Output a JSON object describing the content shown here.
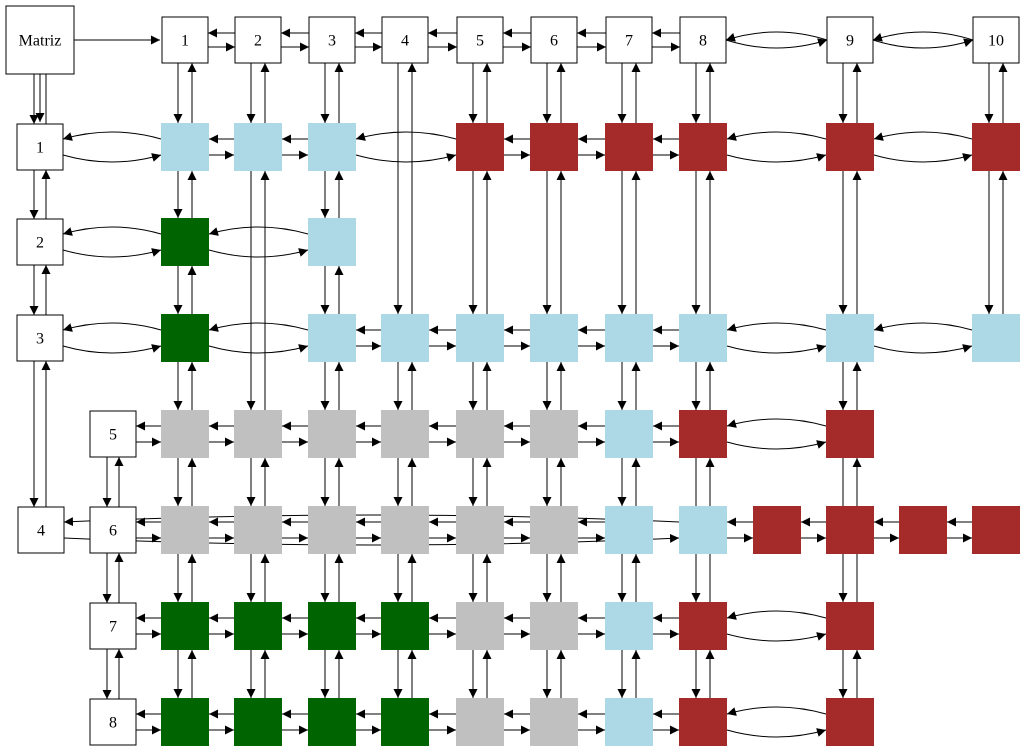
{
  "title": "Matriz",
  "colors": {
    "blue": "#add8e6",
    "red": "#a52a2a",
    "green": "#006400",
    "gray": "#c0c0c0",
    "border": "#000000",
    "background": "#ffffff"
  },
  "columns": [
    "1",
    "2",
    "3",
    "4",
    "5",
    "6",
    "7",
    "8",
    "9",
    "10"
  ],
  "rows": [
    "1",
    "2",
    "3",
    "5",
    "4",
    "6",
    "7",
    "8"
  ],
  "cells": [
    {
      "row": "1",
      "col": "1",
      "color": "blue"
    },
    {
      "row": "1",
      "col": "2",
      "color": "blue"
    },
    {
      "row": "1",
      "col": "3",
      "color": "blue"
    },
    {
      "row": "1",
      "col": "5",
      "color": "red"
    },
    {
      "row": "1",
      "col": "6",
      "color": "red"
    },
    {
      "row": "1",
      "col": "7",
      "color": "red"
    },
    {
      "row": "1",
      "col": "8",
      "color": "red"
    },
    {
      "row": "1",
      "col": "9",
      "color": "red"
    },
    {
      "row": "1",
      "col": "10",
      "color": "red"
    },
    {
      "row": "2",
      "col": "1",
      "color": "green"
    },
    {
      "row": "2",
      "col": "3",
      "color": "blue"
    },
    {
      "row": "3",
      "col": "1",
      "color": "green"
    },
    {
      "row": "3",
      "col": "3",
      "color": "blue"
    },
    {
      "row": "3",
      "col": "4",
      "color": "blue"
    },
    {
      "row": "3",
      "col": "5",
      "color": "blue"
    },
    {
      "row": "3",
      "col": "6",
      "color": "blue"
    },
    {
      "row": "3",
      "col": "7",
      "color": "blue"
    },
    {
      "row": "3",
      "col": "8",
      "color": "blue"
    },
    {
      "row": "3",
      "col": "9",
      "color": "blue"
    },
    {
      "row": "3",
      "col": "10",
      "color": "blue"
    },
    {
      "row": "5",
      "col": "1",
      "color": "gray"
    },
    {
      "row": "5",
      "col": "2",
      "color": "gray"
    },
    {
      "row": "5",
      "col": "3",
      "color": "gray"
    },
    {
      "row": "5",
      "col": "4",
      "color": "gray"
    },
    {
      "row": "5",
      "col": "5",
      "color": "gray"
    },
    {
      "row": "5",
      "col": "6",
      "color": "gray"
    },
    {
      "row": "5",
      "col": "7",
      "color": "blue"
    },
    {
      "row": "5",
      "col": "8",
      "color": "red"
    },
    {
      "row": "5",
      "col": "9",
      "color": "red"
    },
    {
      "row": "6",
      "col": "1",
      "color": "gray"
    },
    {
      "row": "6",
      "col": "2",
      "color": "gray"
    },
    {
      "row": "6",
      "col": "3",
      "color": "gray"
    },
    {
      "row": "6",
      "col": "4",
      "color": "gray"
    },
    {
      "row": "6",
      "col": "5",
      "color": "gray"
    },
    {
      "row": "6",
      "col": "6",
      "color": "gray"
    },
    {
      "row": "6",
      "col": "7",
      "color": "blue"
    },
    {
      "row": "4",
      "col": "8",
      "color": "blue"
    },
    {
      "row": "4",
      "col": "9",
      "color": "red"
    },
    {
      "row": "4",
      "col": "10",
      "color": "red"
    },
    {
      "row": "4",
      "col": "11",
      "color": "red"
    },
    {
      "row": "4",
      "col": "12",
      "color": "red"
    },
    {
      "row": "7",
      "col": "1",
      "color": "green"
    },
    {
      "row": "7",
      "col": "2",
      "color": "green"
    },
    {
      "row": "7",
      "col": "3",
      "color": "green"
    },
    {
      "row": "7",
      "col": "4",
      "color": "green"
    },
    {
      "row": "7",
      "col": "5",
      "color": "gray"
    },
    {
      "row": "7",
      "col": "6",
      "color": "gray"
    },
    {
      "row": "7",
      "col": "7",
      "color": "blue"
    },
    {
      "row": "7",
      "col": "8",
      "color": "red"
    },
    {
      "row": "7",
      "col": "9",
      "color": "red"
    },
    {
      "row": "8",
      "col": "1",
      "color": "green"
    },
    {
      "row": "8",
      "col": "2",
      "color": "green"
    },
    {
      "row": "8",
      "col": "3",
      "color": "green"
    },
    {
      "row": "8",
      "col": "4",
      "color": "green"
    },
    {
      "row": "8",
      "col": "5",
      "color": "gray"
    },
    {
      "row": "8",
      "col": "6",
      "color": "gray"
    },
    {
      "row": "8",
      "col": "7",
      "color": "blue"
    },
    {
      "row": "8",
      "col": "8",
      "color": "red"
    },
    {
      "row": "8",
      "col": "9",
      "color": "red"
    }
  ]
}
